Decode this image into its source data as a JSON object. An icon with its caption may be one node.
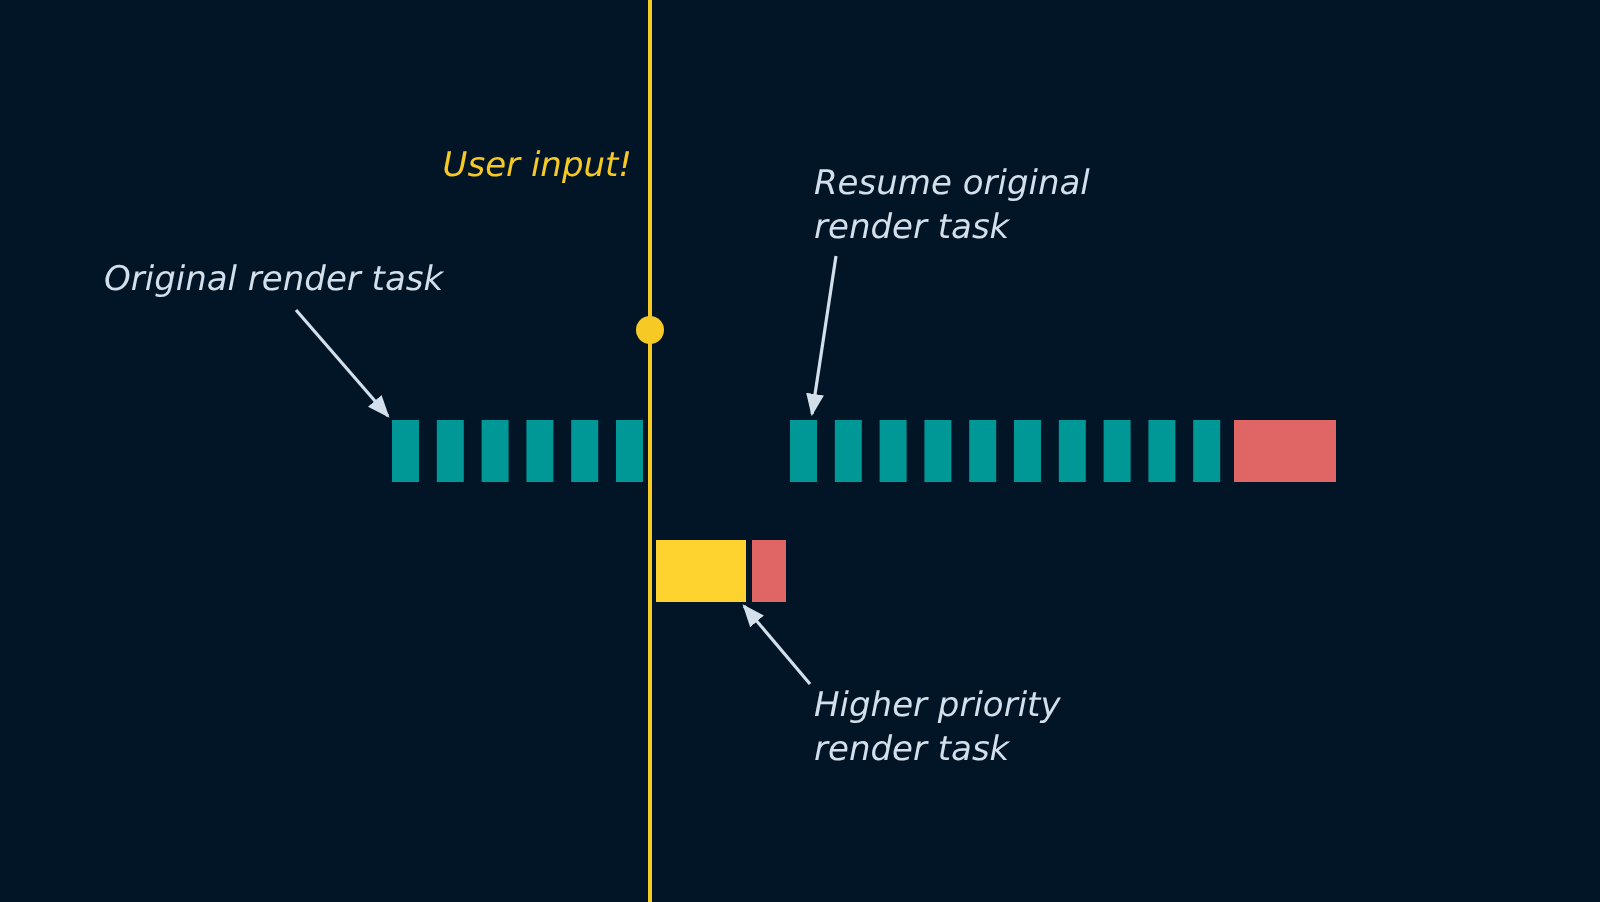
{
  "diagram": {
    "nodes": [
      {
        "text": [
          "Original render task"
        ]
      },
      {
        "text": [
          "Resume original render task"
        ]
      },
      {
        "text": [
          "Higher priority render task"
        ]
      },
      {
        "text": [],
        "shape": "bar"
      },
      {
        "text": [],
        "shape": "bar"
      },
      {
        "text": [],
        "shape": "bar"
      }
    ],
    "edges": [
      {
        "from": 0,
        "to": 3,
        "arrow": "to"
      },
      {
        "from": 1,
        "to": 4,
        "arrow": "to"
      },
      {
        "from": 2,
        "to": 5,
        "arrow": "to"
      }
    ],
    "labels": [
      "User input!"
    ]
  }
}
